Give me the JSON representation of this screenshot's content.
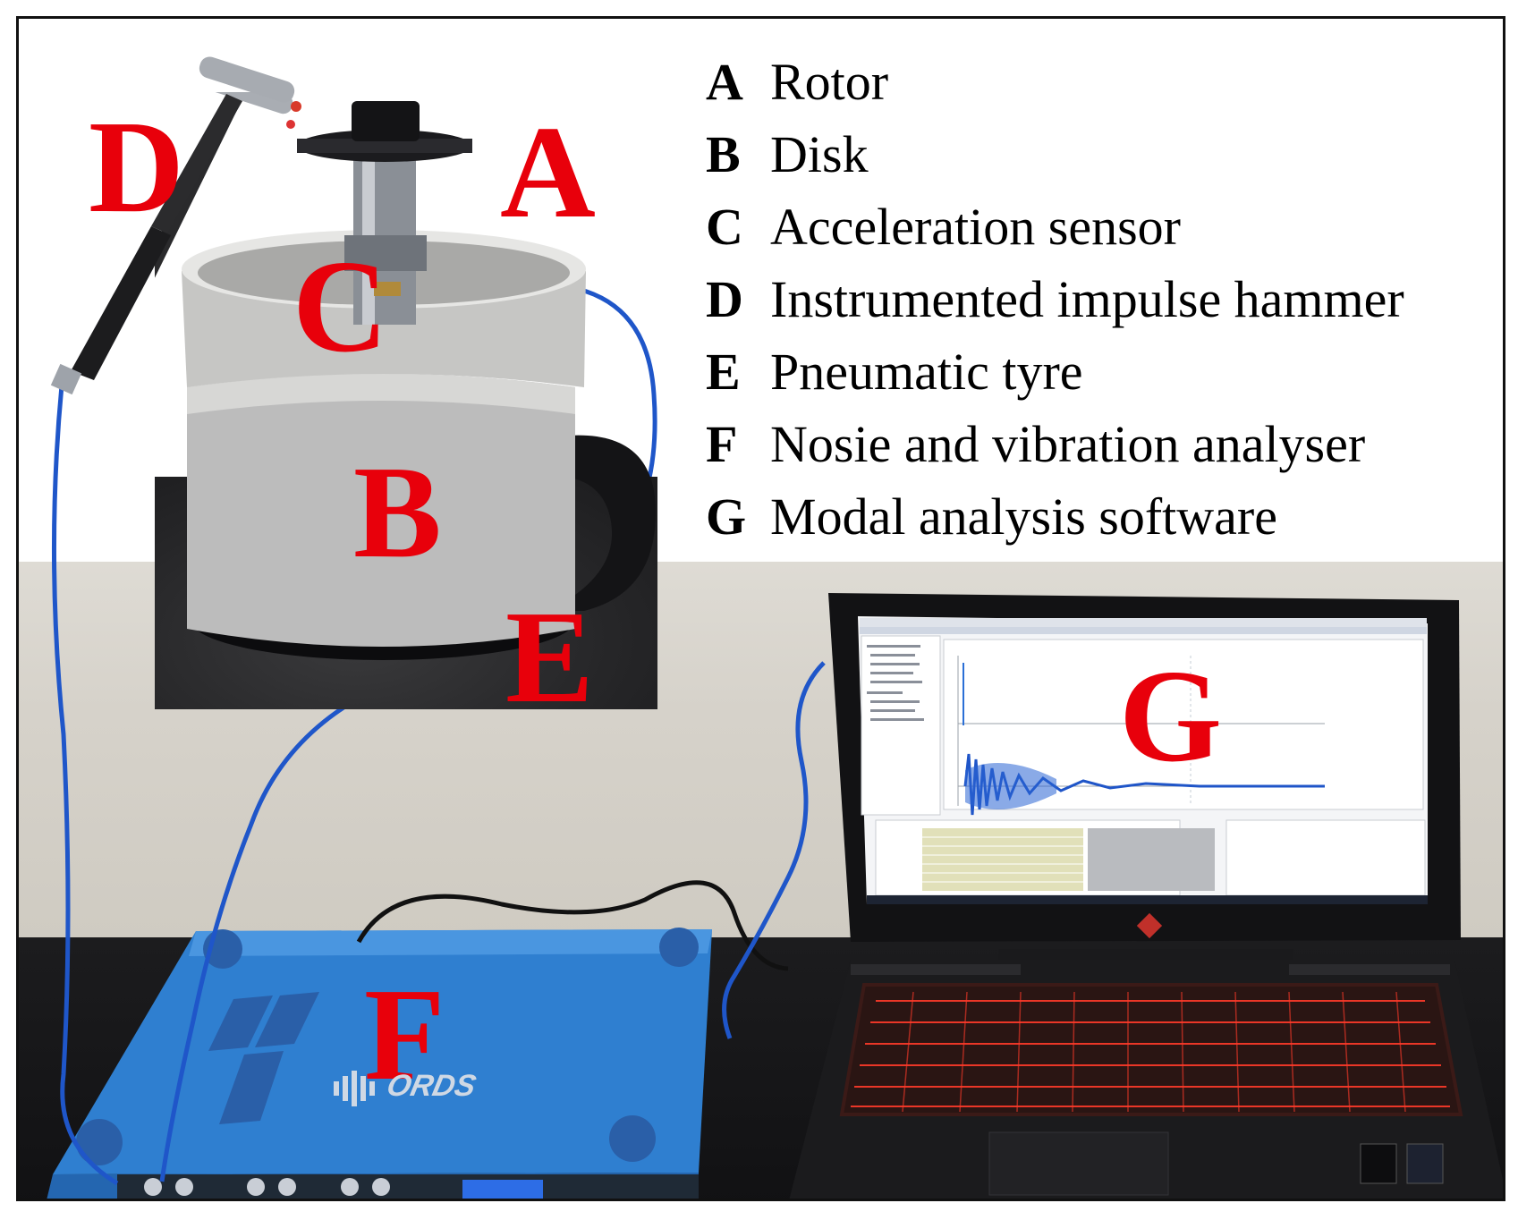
{
  "legend": [
    {
      "key": "A",
      "text": "Rotor"
    },
    {
      "key": "B",
      "text": "Disk"
    },
    {
      "key": "C",
      "text": "Acceleration sensor"
    },
    {
      "key": "D",
      "text": "Instrumented impulse hammer"
    },
    {
      "key": "E",
      "text": "Pneumatic tyre"
    },
    {
      "key": "F",
      "text": "Nosie and vibration analyser"
    },
    {
      "key": "G",
      "text": "Modal analysis software"
    }
  ],
  "photo_labels": {
    "a": "A",
    "b": "B",
    "c": "C",
    "d": "D",
    "e": "E",
    "f": "F",
    "g": "G"
  },
  "colors": {
    "label_red": "#e8000b",
    "analyser_blue": "#2f7fd0",
    "cable_blue": "#1f56c9",
    "keyboard_red": "#ff3a2a"
  },
  "device_brand": "ORDS"
}
